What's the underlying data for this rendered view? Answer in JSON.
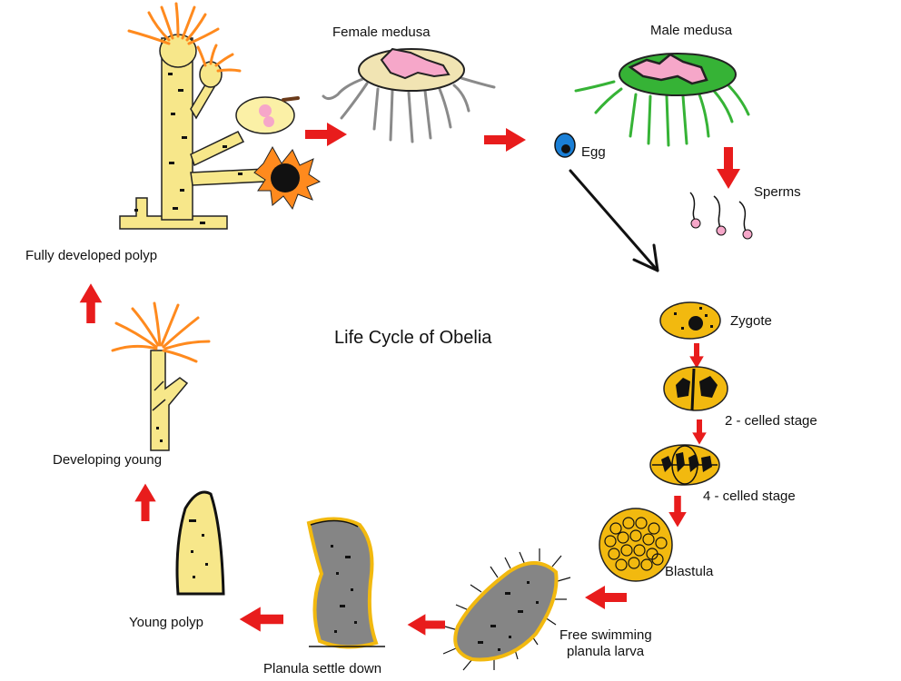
{
  "title": "Life Cycle of Obelia",
  "labels": {
    "female_medusa": "Female medusa",
    "male_medusa": "Male medusa",
    "egg": "Egg",
    "sperms": "Sperms",
    "zygote": "Zygote",
    "two_celled": "2 - celled stage",
    "four_celled": "4 - celled stage",
    "blastula": "Blastula",
    "planula_line1": "Free swimming",
    "planula_line2": "planula larva",
    "planula_settle": "Planula settle down",
    "young_polyp": "Young polyp",
    "developing_young": "Developing young",
    "fully_developed_polyp": "Fully developed polyp"
  },
  "colors": {
    "polyp_body": "#f7e78a",
    "tentacles": "#ff8a1e",
    "arrow": "#e81c1c",
    "medusa_female": "#f1e4b3",
    "medusa_male": "#36b336",
    "gonad": "#f6a7c9",
    "embryo": "#f2b90f",
    "larva_body": "#858585",
    "larva_rim": "#f2b90f",
    "egg": "#1a7fd6"
  }
}
